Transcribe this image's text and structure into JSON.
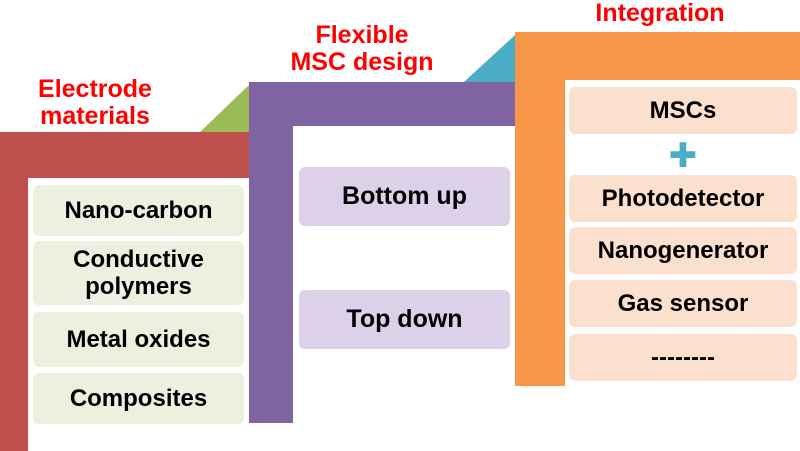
{
  "colors": {
    "red_step": "#c0504d",
    "purple_step": "#8064a2",
    "orange_step": "#f79646",
    "green_triangle": "#9bbb59",
    "teal_triangle": "#4bacc6",
    "title_red": "#ff0000",
    "green_box": "#ebf1de",
    "lavender_box": "#ddd0e9",
    "peach_box": "#fbe0cd"
  },
  "stage1": {
    "title": "Electrode\nmaterials",
    "items": [
      "Nano-carbon",
      "Conductive\npolymers",
      "Metal oxides",
      "Composites"
    ]
  },
  "stage2": {
    "title": "Flexible\nMSC design",
    "items": [
      "Bottom up",
      "Top down"
    ]
  },
  "stage3": {
    "title": "Integration",
    "items": [
      "MSCs",
      "Photodetector",
      "Nanogenerator",
      "Gas sensor",
      "--------"
    ],
    "plus_symbol": "✚"
  }
}
